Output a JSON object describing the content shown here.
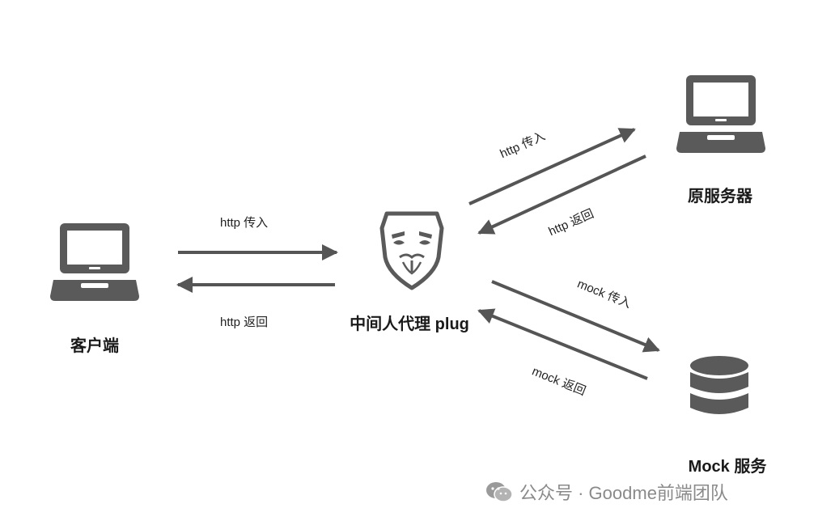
{
  "nodes": {
    "client": {
      "label": "客户端",
      "icon": "laptop-icon"
    },
    "proxy": {
      "label": "中间人代理 plug",
      "icon": "mask-icon"
    },
    "origin_server": {
      "label": "原服务器",
      "icon": "laptop-icon"
    },
    "mock_service": {
      "label": "Mock 服务",
      "icon": "database-icon"
    }
  },
  "edges": {
    "client_to_proxy": "http 传入",
    "proxy_to_client": "http 返回",
    "proxy_to_origin": "http 传入",
    "origin_to_proxy": "http 返回",
    "proxy_to_mock": "mock 传入",
    "mock_to_proxy": "mock 返回"
  },
  "watermark": {
    "text": "公众号 · Goodme前端团队",
    "icon": "wechat-icon"
  },
  "colors": {
    "stroke": "#555555",
    "icon_fill": "#5a5a5a",
    "text": "#1a1a1a"
  }
}
